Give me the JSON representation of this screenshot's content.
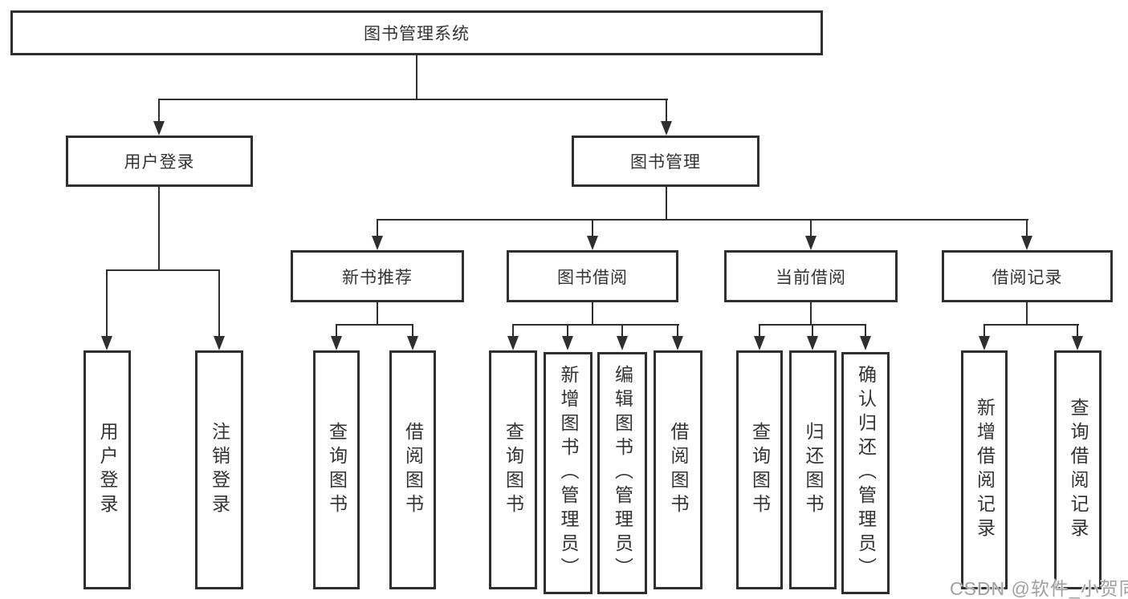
{
  "tree": {
    "root": {
      "label": "图书管理系统"
    },
    "branches": [
      {
        "label": "用户登录",
        "children": [
          {
            "label": "用户登录"
          },
          {
            "label": "注销登录"
          }
        ]
      },
      {
        "label": "图书管理",
        "children": [
          {
            "label": "新书推荐",
            "children": [
              {
                "label": "查询图书"
              },
              {
                "label": "借阅图书"
              }
            ]
          },
          {
            "label": "图书借阅",
            "children": [
              {
                "label": "查询图书"
              },
              {
                "label": "新增图书（管理员）"
              },
              {
                "label": "编辑图书（管理员）"
              },
              {
                "label": "借阅图书"
              }
            ]
          },
          {
            "label": "当前借阅",
            "children": [
              {
                "label": "查询图书"
              },
              {
                "label": "归还图书"
              },
              {
                "label": "确认归还（管理员）"
              }
            ]
          },
          {
            "label": "借阅记录",
            "children": [
              {
                "label": "新增借阅记录"
              },
              {
                "label": "查询借阅记录"
              }
            ]
          }
        ]
      }
    ]
  },
  "watermark": {
    "text": "CSDN @软件_小贺同学"
  },
  "colors": {
    "line": "#2f2f2f",
    "text": "#333333",
    "background": "#ffffff",
    "watermark": "#a0a0a0"
  }
}
